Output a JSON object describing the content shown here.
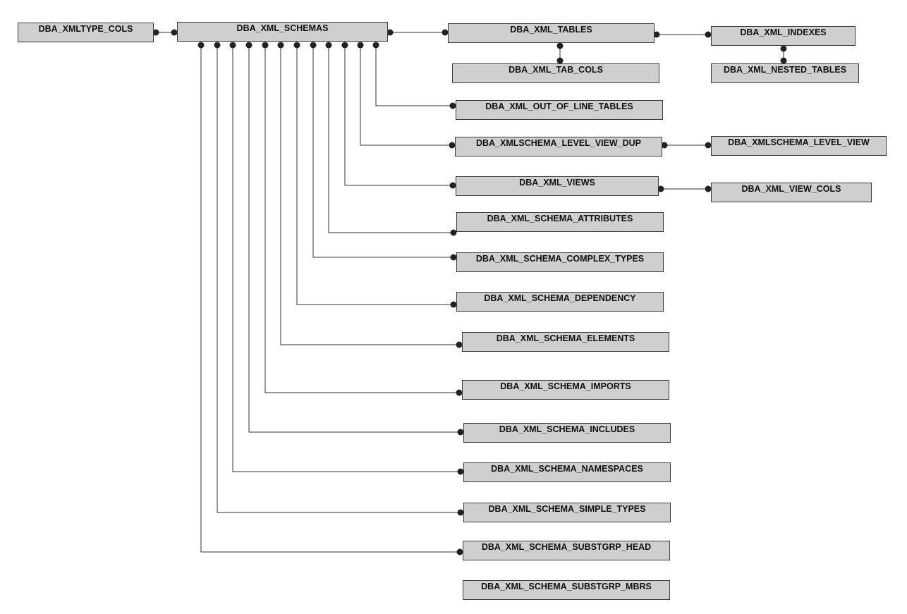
{
  "colors": {
    "background": "#ffffff",
    "box_fill": "#cfcfcf",
    "box_border": "#3a3a3a",
    "line": "#303030",
    "connector_dot": "#222222"
  },
  "entities": [
    {
      "id": "xmltype_cols",
      "label": "DBA_XMLTYPE_COLS"
    },
    {
      "id": "xml_schemas",
      "label": "DBA_XML_SCHEMAS"
    },
    {
      "id": "xml_tables",
      "label": "DBA_XML_TABLES"
    },
    {
      "id": "xml_indexes",
      "label": "DBA_XML_INDEXES"
    },
    {
      "id": "xml_tab_cols",
      "label": "DBA_XML_TAB_COLS"
    },
    {
      "id": "xml_nested_tables",
      "label": "DBA_XML_NESTED_TABLES"
    },
    {
      "id": "xml_out_of_line_tables",
      "label": "DBA_XML_OUT_OF_LINE_TABLES"
    },
    {
      "id": "xmlschema_level_view_dup",
      "label": "DBA_XMLSCHEMA_LEVEL_VIEW_DUP"
    },
    {
      "id": "xmlschema_level_view",
      "label": "DBA_XMLSCHEMA_LEVEL_VIEW"
    },
    {
      "id": "xml_views",
      "label": "DBA_XML_VIEWS"
    },
    {
      "id": "xml_view_cols",
      "label": "DBA_XML_VIEW_COLS"
    },
    {
      "id": "xml_schema_attributes",
      "label": "DBA_XML_SCHEMA_ATTRIBUTES"
    },
    {
      "id": "xml_schema_complex_types",
      "label": "DBA_XML_SCHEMA_COMPLEX_TYPES"
    },
    {
      "id": "xml_schema_dependency",
      "label": "DBA_XML_SCHEMA_DEPENDENCY"
    },
    {
      "id": "xml_schema_elements",
      "label": "DBA_XML_SCHEMA_ELEMENTS"
    },
    {
      "id": "xml_schema_imports",
      "label": "DBA_XML_SCHEMA_IMPORTS"
    },
    {
      "id": "xml_schema_includes",
      "label": "DBA_XML_SCHEMA_INCLUDES"
    },
    {
      "id": "xml_schema_namespaces",
      "label": "DBA_XML_SCHEMA_NAMESPACES"
    },
    {
      "id": "xml_schema_simple_types",
      "label": "DBA_XML_SCHEMA_SIMPLE_TYPES"
    },
    {
      "id": "xml_schema_substgrp_head",
      "label": "DBA_XML_SCHEMA_SUBSTGRP_HEAD"
    },
    {
      "id": "xml_schema_substgrp_mbrs",
      "label": "DBA_XML_SCHEMA_SUBSTGRP_MBRS"
    }
  ],
  "relationships": [
    {
      "from": "xmltype_cols",
      "to": "xml_schemas"
    },
    {
      "from": "xml_schemas",
      "to": "xml_tables"
    },
    {
      "from": "xml_tables",
      "to": "xml_indexes"
    },
    {
      "from": "xml_tables",
      "to": "xml_tab_cols"
    },
    {
      "from": "xml_indexes",
      "to": "xml_nested_tables"
    },
    {
      "from": "xml_schemas",
      "to": "xml_out_of_line_tables"
    },
    {
      "from": "xml_schemas",
      "to": "xmlschema_level_view_dup"
    },
    {
      "from": "xmlschema_level_view_dup",
      "to": "xmlschema_level_view"
    },
    {
      "from": "xml_schemas",
      "to": "xml_views"
    },
    {
      "from": "xml_views",
      "to": "xml_view_cols"
    },
    {
      "from": "xml_schemas",
      "to": "xml_schema_attributes"
    },
    {
      "from": "xml_schemas",
      "to": "xml_schema_complex_types"
    },
    {
      "from": "xml_schemas",
      "to": "xml_schema_dependency"
    },
    {
      "from": "xml_schemas",
      "to": "xml_schema_elements"
    },
    {
      "from": "xml_schemas",
      "to": "xml_schema_imports"
    },
    {
      "from": "xml_schemas",
      "to": "xml_schema_includes"
    },
    {
      "from": "xml_schemas",
      "to": "xml_schema_namespaces"
    },
    {
      "from": "xml_schemas",
      "to": "xml_schema_simple_types"
    },
    {
      "from": "xml_schemas",
      "to": "xml_schema_substgrp_head"
    }
  ]
}
